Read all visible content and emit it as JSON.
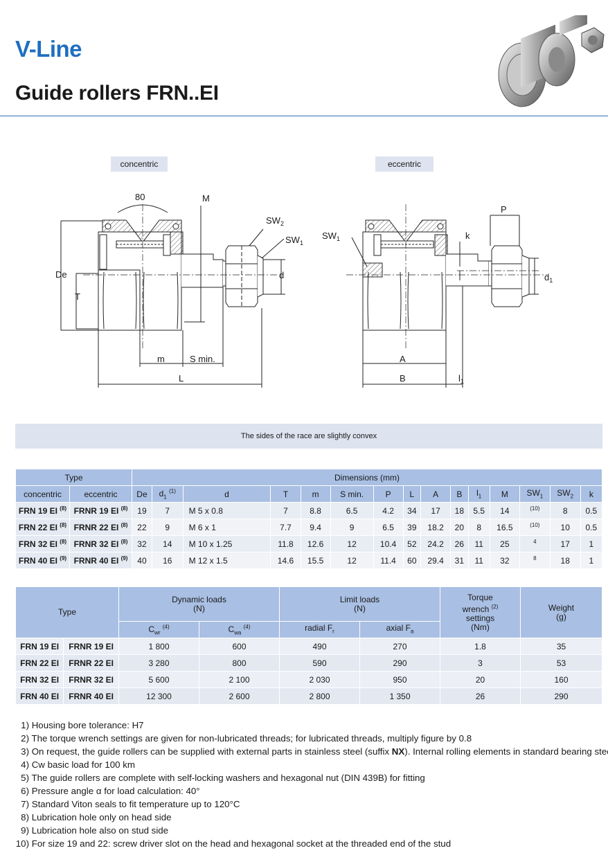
{
  "header": {
    "brand": "V-Line",
    "title": "Guide rollers FRN..EI"
  },
  "drawing": {
    "concentric_label": "concentric",
    "eccentric_label": "eccentric",
    "angle": "80",
    "dims": {
      "M": "M",
      "SW2": "SW",
      "SW2_sub": "2",
      "SW1": "SW",
      "SW1_sub": "1",
      "De": "De",
      "T": "T",
      "d": "d",
      "m": "m",
      "Smin": "S min.",
      "L": "L",
      "P": "P",
      "k": "k",
      "d1": "d",
      "d1_sub": "1",
      "A": "A",
      "B": "B",
      "l1": "l",
      "l1_sub": "1"
    }
  },
  "banner": "The sides of the race are slightly convex",
  "table1": {
    "type_header": "Type",
    "dims_header": "Dimensions  (mm)",
    "col_concentric": "concentric",
    "col_eccentric": "eccentric",
    "cols": [
      "De",
      "d",
      "d",
      "T",
      "m",
      "S min.",
      "P",
      "L",
      "A",
      "B",
      "l",
      "M",
      "SW",
      "SW",
      "k"
    ],
    "col_subs": [
      "",
      "1",
      "",
      "",
      "",
      "",
      "",
      "",
      "",
      "",
      "1",
      "",
      "1",
      "2",
      ""
    ],
    "col_sups": [
      "",
      "(1)",
      "",
      "",
      "",
      "",
      "",
      "",
      "",
      "",
      "",
      "",
      "",
      "",
      ""
    ],
    "rows": [
      {
        "conc": "FRN 19 EI",
        "conc_sup": "(8)",
        "ecc": "FRNR 19 EI",
        "ecc_sup": "(8)",
        "v": [
          "19",
          "7",
          "M  5 x 0.8",
          "7",
          "8.8",
          "6.5",
          "4.2",
          "34",
          "17",
          "18",
          "5.5",
          "14",
          "(10)",
          "8",
          "0.5"
        ]
      },
      {
        "conc": "FRN 22 EI",
        "conc_sup": "(8)",
        "ecc": "FRNR 22 EI",
        "ecc_sup": "(8)",
        "v": [
          "22",
          "9",
          "M  6 x 1",
          "7.7",
          "9.4",
          "9",
          "6.5",
          "39",
          "18.2",
          "20",
          "8",
          "16.5",
          "(10)",
          "10",
          "0.5"
        ]
      },
      {
        "conc": "FRN 32 EI",
        "conc_sup": "(8)",
        "ecc": "FRNR 32 EI",
        "ecc_sup": "(8)",
        "v": [
          "32",
          "14",
          "M 10 x 1.25",
          "11.8",
          "12.6",
          "12",
          "10.4",
          "52",
          "24.2",
          "26",
          "11",
          "25",
          "4",
          "17",
          "1"
        ]
      },
      {
        "conc": "FRN 40 EI",
        "conc_sup": "(9)",
        "ecc": "FRNR 40 EI",
        "ecc_sup": "(9)",
        "v": [
          "40",
          "16",
          "M 12 x 1.5",
          "14.6",
          "15.5",
          "12",
          "11.4",
          "60",
          "29.4",
          "31",
          "11",
          "32",
          "8",
          "18",
          "1"
        ]
      }
    ]
  },
  "table2": {
    "type_header": "Type",
    "dyn_header_1": "Dynamic loads",
    "dyn_header_2": "(N)",
    "lim_header_1": "Limit loads",
    "lim_header_2": "(N)",
    "torque_1": "Torque",
    "torque_2": "wrench",
    "torque_sup": "(2)",
    "torque_3": "settings",
    "torque_4": "(Nm)",
    "weight_1": "Weight",
    "weight_2": "(g)",
    "cwr": "C",
    "cwr_sub": "wr",
    "cwr_sup": "(4)",
    "cwa": "C",
    "cwa_sub": "wa",
    "cwa_sup": "(4)",
    "radial": "radial ",
    "radial_f": "F",
    "radial_sub": "r",
    "axial": "axial ",
    "axial_f": "F",
    "axial_sub": "a",
    "rows": [
      {
        "conc": "FRN 19 EI",
        "ecc": "FRNR 19 EI",
        "v": [
          "1 800",
          "600",
          "490",
          "270",
          "1.8",
          "35"
        ]
      },
      {
        "conc": "FRN 22 EI",
        "ecc": "FRNR 22 EI",
        "v": [
          "3 280",
          "800",
          "590",
          "290",
          "3",
          "53"
        ]
      },
      {
        "conc": "FRN 32 EI",
        "ecc": "FRNR 32 EI",
        "v": [
          "5 600",
          "2 100",
          "2 030",
          "950",
          "20",
          "160"
        ]
      },
      {
        "conc": "FRN 40 EI",
        "ecc": "FRNR 40 EI",
        "v": [
          "12 300",
          "2 600",
          "2 800",
          "1 350",
          "26",
          "290"
        ]
      }
    ]
  },
  "notes": [
    {
      "n": "1)",
      "t": "Housing bore tolerance: H7"
    },
    {
      "n": "2)",
      "t": "The torque wrench settings are given for non-lubricated threads; for lubricated threads, multiply figure by 0.8"
    },
    {
      "n": "3)",
      "t": "On request, the guide rollers can be supplied with external parts in stainless steel (suffix ",
      "b": "NX",
      "t2": "). Internal rolling elements in standard bearing steel."
    },
    {
      "n": "4)",
      "t": "Cw basic load for 100 km"
    },
    {
      "n": "5)",
      "t": "The guide rollers are complete with self-locking washers and hexagonal nut (DIN 439B) for fitting"
    },
    {
      "n": "6)",
      "t": "Pressure angle α for load calculation: 40°"
    },
    {
      "n": "7)",
      "t": "Standard Viton seals to fit temperature up to 120°C"
    },
    {
      "n": "8)",
      "t": "Lubrication hole only on head side"
    },
    {
      "n": "9)",
      "t": "Lubrication hole also on stud side"
    },
    {
      "n": "10)",
      "t": "For size 19 and 22: screw driver slot on the head and hexagonal socket at the threaded end of the stud"
    }
  ]
}
